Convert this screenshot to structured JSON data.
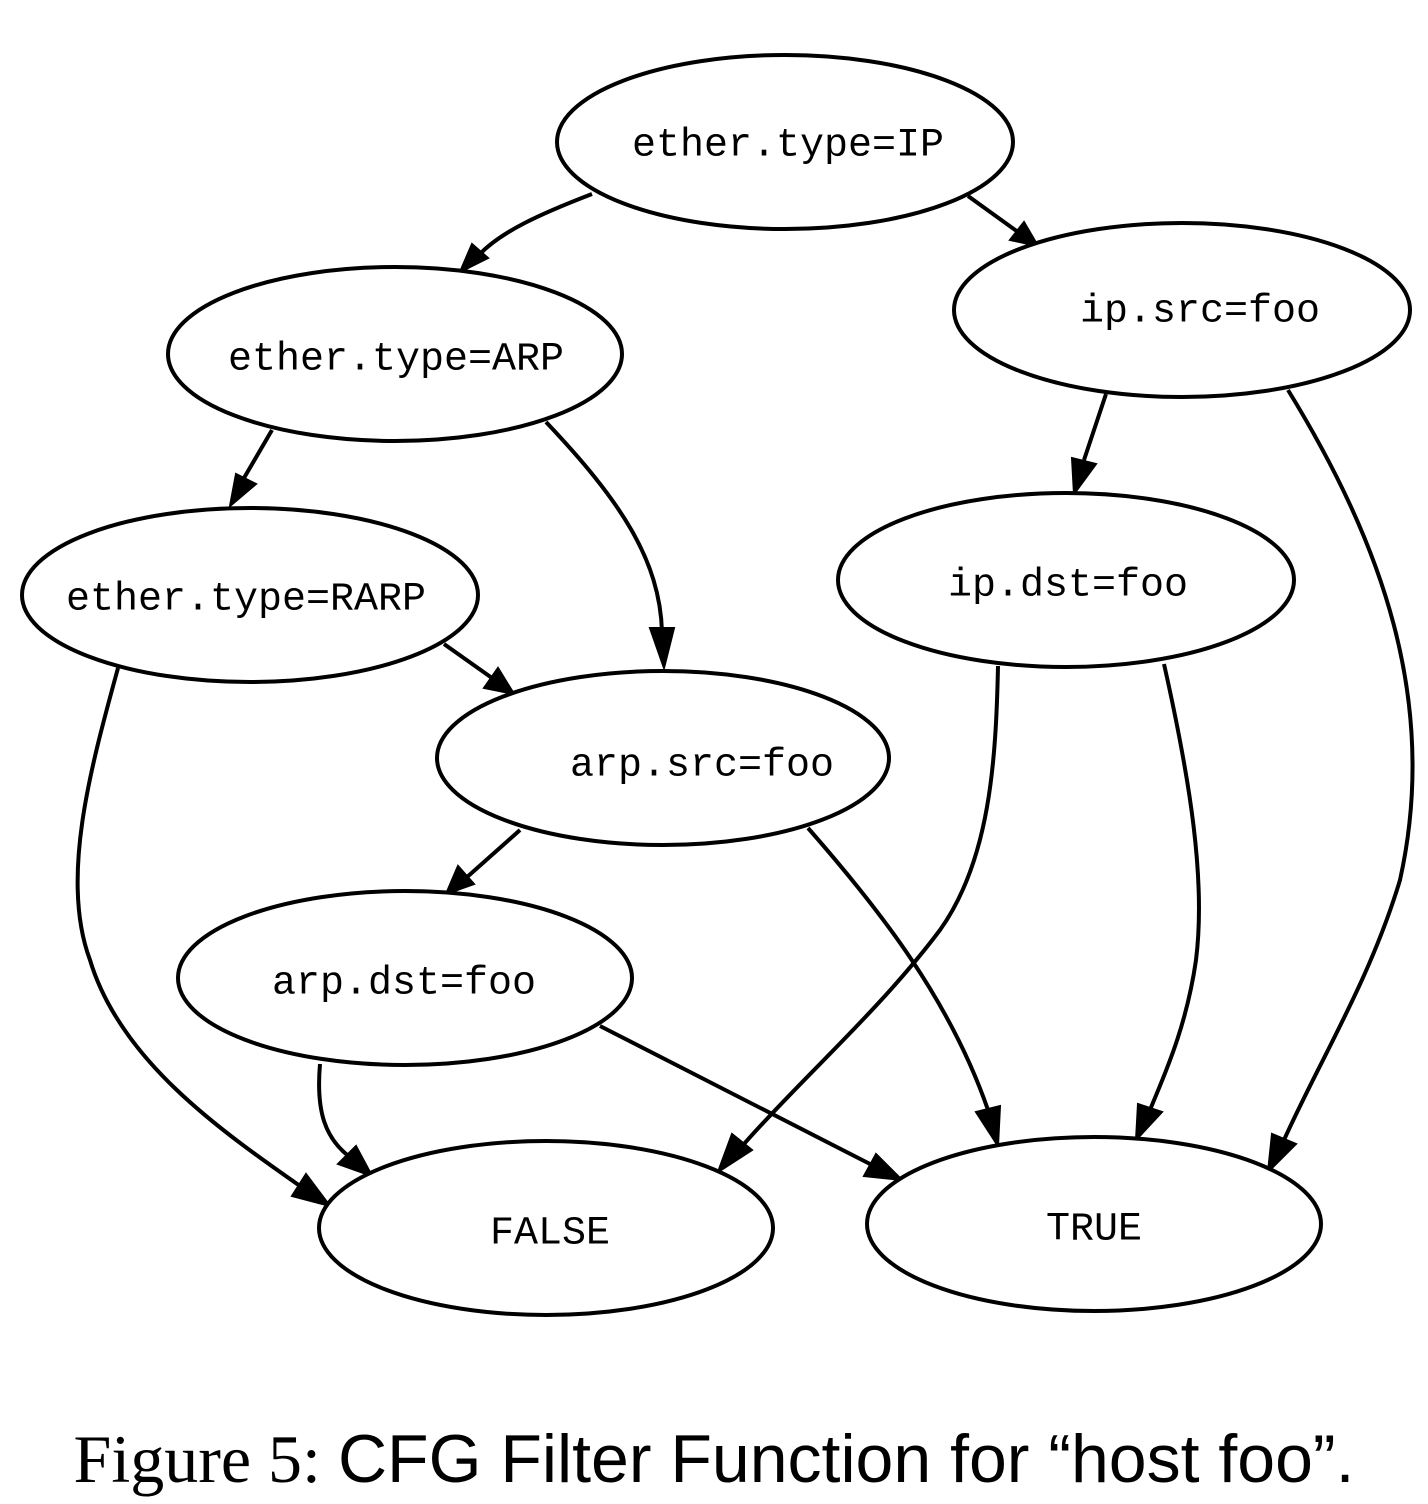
{
  "figure": {
    "caption_label": "Figure 5:",
    "caption_text": "CFG Filter Function for “host foo”."
  },
  "nodes": [
    {
      "id": "n_ether_ip",
      "label": "ether.type=IP"
    },
    {
      "id": "n_ip_src",
      "label": "ip.src=foo"
    },
    {
      "id": "n_ether_arp",
      "label": "ether.type=ARP"
    },
    {
      "id": "n_ether_rarp",
      "label": "ether.type=RARP"
    },
    {
      "id": "n_ip_dst",
      "label": "ip.dst=foo"
    },
    {
      "id": "n_arp_src",
      "label": "arp.src=foo"
    },
    {
      "id": "n_arp_dst",
      "label": "arp.dst=foo"
    },
    {
      "id": "n_false",
      "label": "FALSE"
    },
    {
      "id": "n_true",
      "label": "TRUE"
    }
  ],
  "edges": [
    {
      "from": "ether.type=IP",
      "to": "ether.type=ARP"
    },
    {
      "from": "ether.type=IP",
      "to": "ip.src=foo"
    },
    {
      "from": "ether.type=ARP",
      "to": "ether.type=RARP"
    },
    {
      "from": "ether.type=ARP",
      "to": "arp.src=foo"
    },
    {
      "from": "ether.type=RARP",
      "to": "arp.src=foo"
    },
    {
      "from": "ether.type=RARP",
      "to": "FALSE"
    },
    {
      "from": "arp.src=foo",
      "to": "arp.dst=foo"
    },
    {
      "from": "arp.src=foo",
      "to": "TRUE"
    },
    {
      "from": "arp.dst=foo",
      "to": "FALSE"
    },
    {
      "from": "arp.dst=foo",
      "to": "TRUE"
    },
    {
      "from": "ip.src=foo",
      "to": "ip.dst=foo"
    },
    {
      "from": "ip.src=foo",
      "to": "TRUE"
    },
    {
      "from": "ip.dst=foo",
      "to": "FALSE"
    },
    {
      "from": "ip.dst=foo",
      "to": "TRUE"
    }
  ]
}
